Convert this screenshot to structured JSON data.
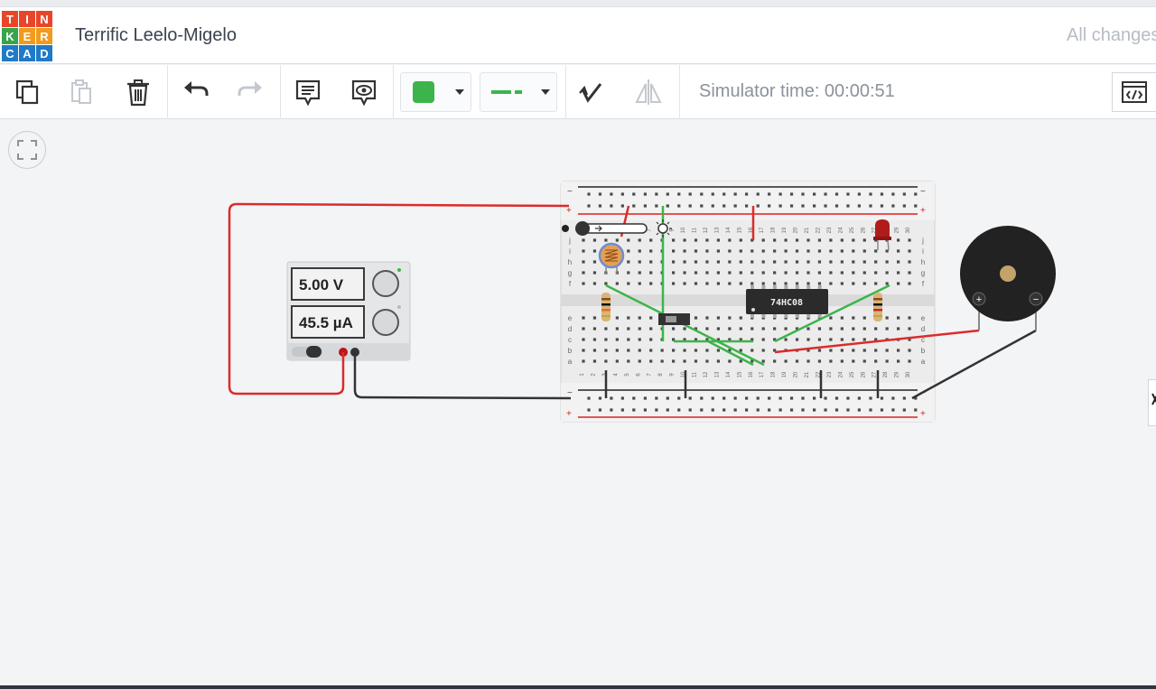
{
  "app": {
    "logo_letters": [
      "T",
      "I",
      "N",
      "K",
      "E",
      "R",
      "C",
      "A",
      "D"
    ],
    "logo_colors": [
      "#e8462a",
      "#e8462a",
      "#e8462a",
      "#37a54a",
      "#f29a1e",
      "#f29a1e",
      "#1f7ac8",
      "#1f7ac8",
      "#1f7ac8"
    ],
    "project_title": "Terrific Leelo-Migelo",
    "save_status": "All changes saved"
  },
  "toolbar": {
    "simulator_time_label": "Simulator time: 00:00:51",
    "color_selected": "#3cb44b",
    "wire_color": "#3cb44b",
    "icons": [
      "copy-icon",
      "paste-icon",
      "trash-icon",
      "undo-icon",
      "redo-icon",
      "notes-icon",
      "notes-visibility-icon",
      "color-picker",
      "wire-type-picker",
      "rotate-icon",
      "flip-icon",
      "code-icon"
    ]
  },
  "power_supply": {
    "voltage_display": "5.00 V",
    "current_display": "45.5 µA"
  },
  "circuit": {
    "chip_label": "74HC08",
    "breadboard_row_labels": [
      "j",
      "i",
      "h",
      "g",
      "f",
      "e",
      "d",
      "c",
      "b",
      "a"
    ],
    "breadboard_column_numbers": [
      "1",
      "2",
      "3",
      "4",
      "5",
      "6",
      "7",
      "8",
      "9",
      "10",
      "11",
      "12",
      "13",
      "14",
      "15",
      "16",
      "17",
      "18",
      "19",
      "20",
      "21",
      "22",
      "23",
      "24",
      "25",
      "26",
      "27",
      "28",
      "29",
      "30"
    ],
    "rail_minus": "−",
    "rail_plus": "+",
    "buzzer_plus": "+",
    "buzzer_minus": "−"
  },
  "colors": {
    "wire_red": "#dc2b2b",
    "wire_black": "#333333",
    "wire_green": "#3cb44b",
    "led_red": "#b01c1c"
  }
}
